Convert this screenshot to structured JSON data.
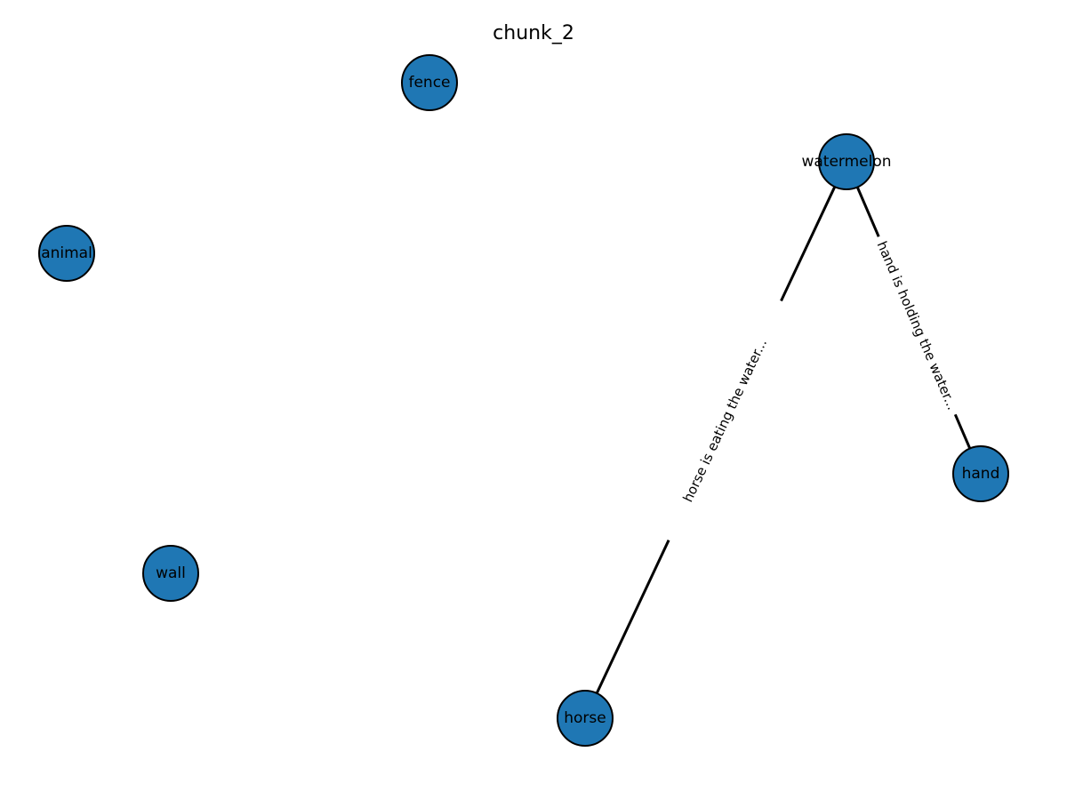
{
  "graph": {
    "title": "chunk_2",
    "node_color": "#1f77b4",
    "edge_color": "#000000",
    "nodes": [
      {
        "id": "fence",
        "label": "fence"
      },
      {
        "id": "watermelon",
        "label": "watermelon"
      },
      {
        "id": "animal",
        "label": "animal"
      },
      {
        "id": "hand",
        "label": "hand"
      },
      {
        "id": "wall",
        "label": "wall"
      },
      {
        "id": "horse",
        "label": "horse"
      }
    ],
    "edges": [
      {
        "source": "horse",
        "target": "watermelon",
        "label": "horse is eating the water..."
      },
      {
        "source": "hand",
        "target": "watermelon",
        "label": "hand is holding the water..."
      }
    ]
  }
}
